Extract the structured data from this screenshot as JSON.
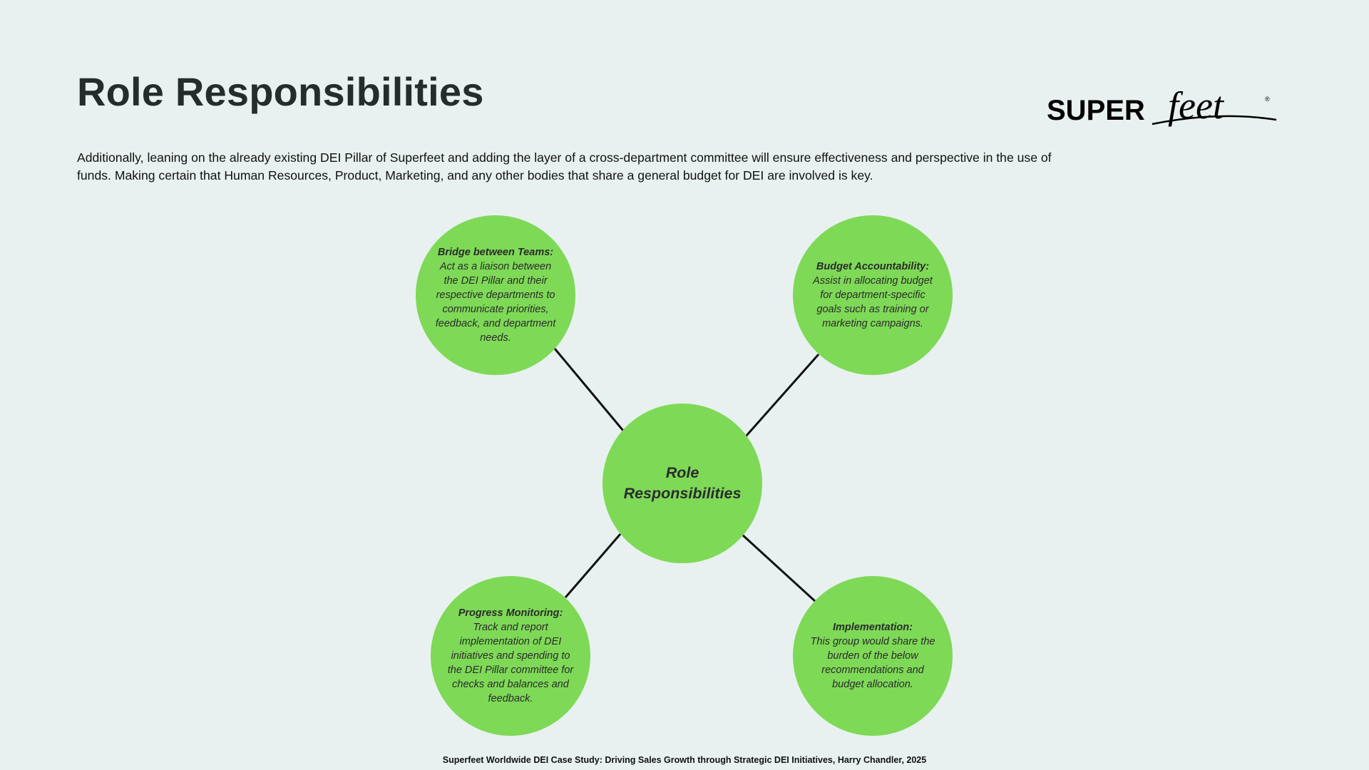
{
  "slide": {
    "title": "Role Responsibilities",
    "intro": "Additionally, leaning on the already existing DEI Pillar of Superfeet and adding the layer of a cross-department committee will ensure effectiveness and perspective in the use of funds. Making certain that Human Resources, Product, Marketing, and any other bodies that share a general budget for DEI are involved is key.",
    "footer": "Superfeet Worldwide DEI Case Study: Driving Sales Growth through Strategic DEI Initiatives, Harry Chandler, 2025"
  },
  "logo": {
    "text_super": "SUPER",
    "text_feet": "feet",
    "mark": "®"
  },
  "diagram": {
    "center": "Role Responsibilities",
    "nodes": [
      {
        "title": "Bridge between Teams:",
        "body": "Act as a liaison between the DEI Pillar and their respective departments to communicate priorities, feedback, and department needs."
      },
      {
        "title": "Budget Accountability:",
        "body": "Assist in allocating budget for department-specific goals such as training or marketing campaigns."
      },
      {
        "title": "Progress Monitoring:",
        "body": "Track and report implementation of DEI initiatives and spending to the DEI Pillar committee for checks and balances and feedback."
      },
      {
        "title": "Implementation:",
        "body": "This group would share the burden of the below recommendations and budget allocation."
      }
    ]
  },
  "colors": {
    "background": "#e8f1ef",
    "node_fill": "#7ed957",
    "connector": "#111111",
    "title_text": "#262b2e"
  }
}
